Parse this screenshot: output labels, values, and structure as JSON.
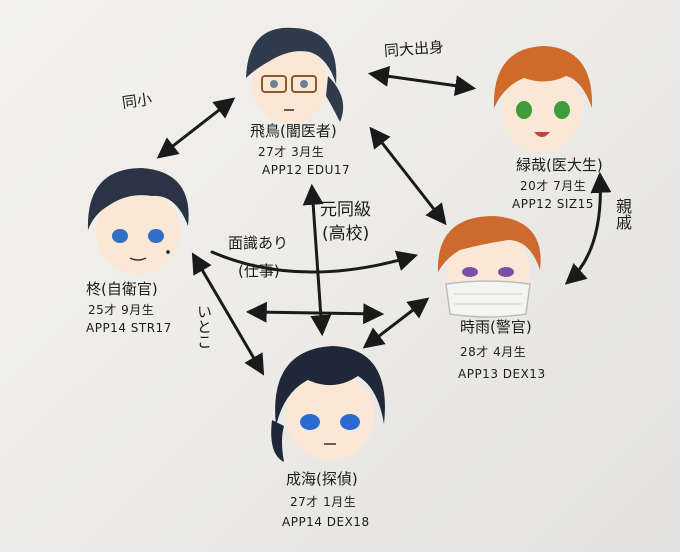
{
  "characters": {
    "asuka": {
      "name": "飛鳥(闇医者)",
      "age": "27才 3月生",
      "stats": "APP12 EDU17",
      "hair": "#2f3a4a",
      "eye": "#6d7f95"
    },
    "rokuya": {
      "name": "緑哉(医大生)",
      "age": "20才 7月生",
      "stats": "APP12 SIZ15",
      "hair": "#d06a2a",
      "eye": "#3f9e3a"
    },
    "hiiragi": {
      "name": "柊(自衛官)",
      "age": "25才 9月生",
      "stats": "APP14 STR17",
      "hair": "#2a3444",
      "eye": "#2f6fc4"
    },
    "shigure": {
      "name": "時雨(警官)",
      "age": "28才 4月生",
      "stats": "APP13 DEX13",
      "hair": "#cf6a2e",
      "eye": "#7b4fa6"
    },
    "narumi": {
      "name": "成海(探偵)",
      "age": "27才 1月生",
      "stats": "APP14 DEX18",
      "hair": "#1e2838",
      "eye": "#2a6ad0"
    }
  },
  "relations": {
    "asuka_rokuya": "同大出身",
    "asuka_hiiragi": "同小",
    "former_classmates": "元同級",
    "highschool": "(高校)",
    "acquaintance": "面識あり",
    "work": "(仕事)",
    "cousins": "いとこ",
    "relatives": "親戚"
  },
  "colors": {
    "ink": "#1a1a1a",
    "paper": "#efeeea"
  }
}
